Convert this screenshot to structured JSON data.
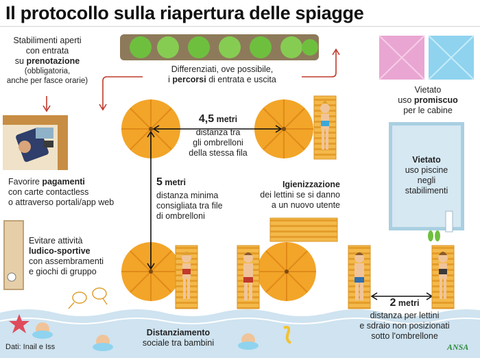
{
  "title": "Il protocollo sulla riapertura delle spiagge",
  "blocks": {
    "stabilimenti": {
      "l1": "Stabilimenti aperti",
      "l2": "con entrata",
      "l3_pre": "su ",
      "l3_b": "prenotazione",
      "l4": "(obbligatoria,",
      "l5": "anche per fasce orarie)"
    },
    "percorsi": {
      "l1": "Differenziati, ove possibile,",
      "l2_pre": "i ",
      "l2_b": "percorsi",
      "l2_post": " di entrata e uscita"
    },
    "promiscuo": {
      "l1": "Vietato",
      "l2_pre": "uso ",
      "l2_b": "promiscuo",
      "l3": "per le cabine"
    },
    "ombrelloni_fila": {
      "value": "4,5",
      "unit": "metri",
      "l1": "distanza tra",
      "l2": "gli ombrelloni",
      "l3": "della stessa fila"
    },
    "pagamenti": {
      "l1_pre": "Favorire ",
      "l1_b": "pagamenti",
      "l2": "con carte contactless",
      "l3": "o attraverso portali/app web"
    },
    "piscine": {
      "l1": "Vietato",
      "l2": "uso piscine",
      "l3": "negli",
      "l4": "stabilimenti"
    },
    "file": {
      "value": "5",
      "unit": "metri",
      "l1": "distanza minima",
      "l2": "consigliata tra file",
      "l3": "di ombrelloni"
    },
    "igienizzazione": {
      "l1": "Igienizzazione",
      "l2": "dei lettini se si danno",
      "l3": "a un nuovo utente"
    },
    "attivita": {
      "l1": "Evitare attività",
      "l2": "ludico-sportive",
      "l3": "con assembramenti",
      "l4": "e giochi di gruppo"
    },
    "lettini": {
      "value": "2",
      "unit": "metri",
      "l1": "distanza per lettini",
      "l2": "e sdraio non posizionati",
      "l3": "sotto l'ombrellone"
    },
    "bambini": {
      "l1": "Distanziamento",
      "l2": "sociale tra bambini"
    }
  },
  "footer": {
    "source": "Dati: Inail e Iss",
    "brand": "ANSA"
  },
  "colors": {
    "umbrella_a": "#f2a528",
    "umbrella_b": "#e08a1a",
    "sea": "#cfe3f0",
    "pool": "#d6e8f2",
    "pink": "#e9a6d2",
    "blue": "#8fd3ef",
    "hedge": "#6fbf3f",
    "arrow": "#c0392b",
    "sunbed": "#f3b94a"
  },
  "icons": [
    "umbrella-icon",
    "sunbed-icon",
    "person-icon",
    "hedge-icon",
    "cabin-icon",
    "pool-icon",
    "payment-icon",
    "ball-icon",
    "racket-icon",
    "starfish-icon",
    "child-icon",
    "flip-flops-icon",
    "arrow-icon"
  ]
}
